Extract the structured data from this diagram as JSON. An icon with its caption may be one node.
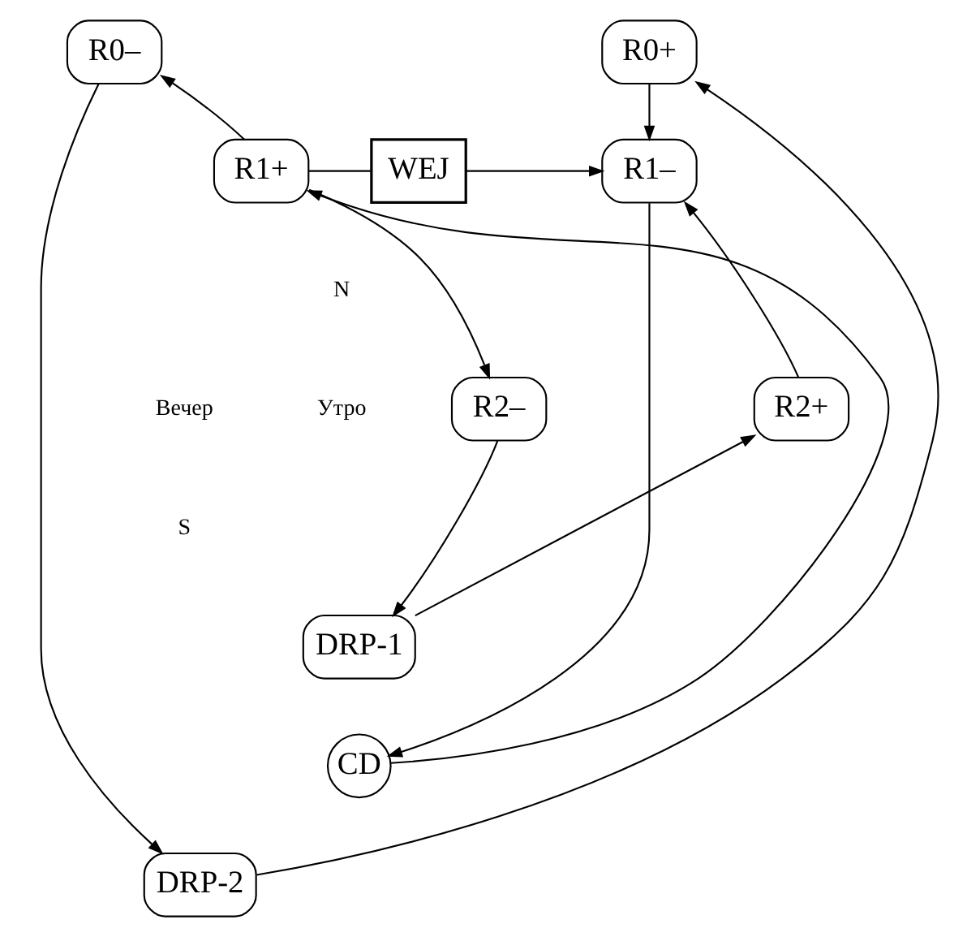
{
  "diagram": {
    "nodes": [
      {
        "text": [
          "R0+"
        ]
      },
      {
        "text": [
          "R0–"
        ]
      },
      {
        "text": [
          "R1–"
        ]
      },
      {
        "text": [
          "WEJ"
        ]
      },
      {
        "text": [
          "R1+"
        ]
      },
      {
        "text": [
          "R2+"
        ]
      },
      {
        "text": [
          "R2–"
        ]
      },
      {
        "text": [
          "DRP-1"
        ]
      },
      {
        "text": [
          "CD"
        ]
      },
      {
        "text": [
          "DRP-2"
        ]
      }
    ],
    "edges": [
      {
        "from": 0,
        "to": 2,
        "arrow": "to"
      },
      {
        "from": 4,
        "to": 3,
        "arrow": "none"
      },
      {
        "from": 3,
        "to": 2,
        "arrow": "to"
      },
      {
        "from": 5,
        "to": 2,
        "arrow": "to"
      },
      {
        "from": 4,
        "to": 1,
        "arrow": "to"
      },
      {
        "from": 4,
        "to": 6,
        "arrow": "to"
      },
      {
        "from": 6,
        "to": 7,
        "arrow": "to"
      },
      {
        "from": 7,
        "to": 5,
        "arrow": "to"
      },
      {
        "from": 2,
        "to": 8,
        "arrow": "to"
      },
      {
        "from": 8,
        "to": 4,
        "arrow": "to"
      },
      {
        "from": 1,
        "to": 9,
        "arrow": "to"
      },
      {
        "from": 9,
        "to": 0,
        "arrow": "to"
      }
    ],
    "labels": [
      "N",
      "Вечер",
      "Утро",
      "S"
    ]
  }
}
